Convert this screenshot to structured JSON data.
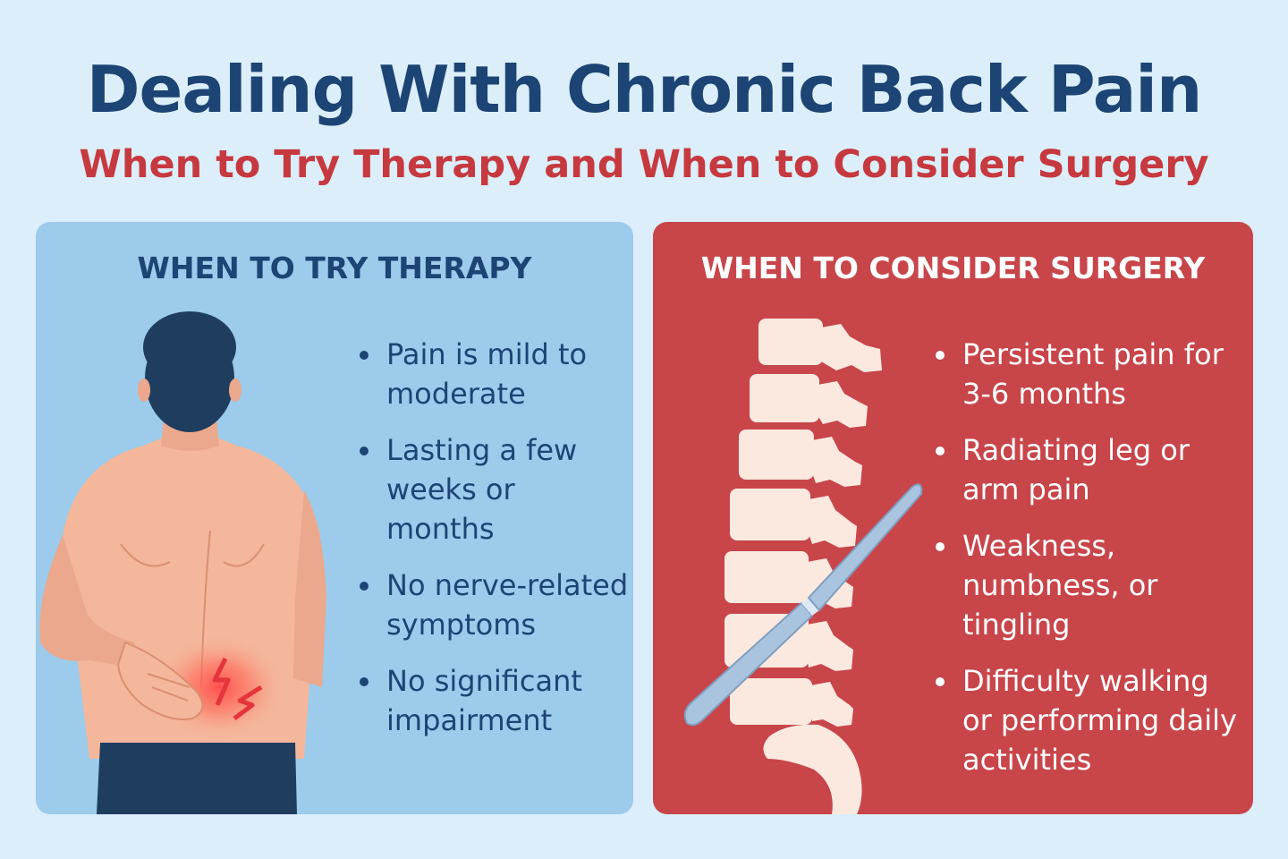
{
  "header": {
    "title": "Dealing With Chronic Back Pain",
    "subtitle": "When to Try Therapy and When to Consider Surgery"
  },
  "therapy": {
    "heading": "WHEN TO TRY THERAPY",
    "illustration_icon": "person-back-pain-icon",
    "bullets": [
      "Pain is mild to moderate",
      "Lasting a few weeks or months",
      "No nerve-related symptoms",
      "No significant impairment"
    ]
  },
  "surgery": {
    "heading": "WHEN TO CONSIDER SURGERY",
    "illustration_icon": "spine-scalpel-icon",
    "bullets": [
      "Persistent pain for 3-6 months",
      "Radiating leg or arm pain",
      "Weakness, numbness, or tingling",
      "Difficulty walking or performing daily activities"
    ]
  },
  "colors": {
    "background": "#dbeef9",
    "navy": "#1c4474",
    "red": "#c6393f",
    "therapy_panel": "#9ccbec",
    "surgery_panel": "#c8454a"
  }
}
